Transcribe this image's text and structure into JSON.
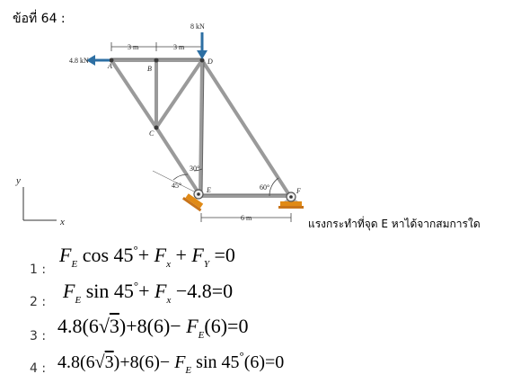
{
  "question_label": "ข้อที่ 64 :",
  "figure": {
    "load_top": "8 kN",
    "load_left": "4.8 kN",
    "dim_ab": "3 m",
    "dim_bd": "3 m",
    "dim_ef": "6 m",
    "angle_e": "30°",
    "angle_support": "45°",
    "angle_f": "60°",
    "node_a": "A",
    "node_b": "B",
    "node_c": "C",
    "node_d": "D",
    "node_e": "E",
    "node_f": "F",
    "axis_y": "y",
    "axis_x": "x"
  },
  "question_text": "แรงกระทำที่จุด E หาได้จากสมการใด",
  "options": [
    {
      "number": "1 :"
    },
    {
      "number": "2 :"
    },
    {
      "number": "3 :"
    },
    {
      "number": "4 :"
    }
  ],
  "equations": {
    "eq1": {
      "f": "F",
      "sub_e": "E",
      "cos": "cos 45",
      "deg": "°",
      "plus1": "+",
      "fx": "F",
      "sub_x": "x",
      "plus2": "+",
      "fy": "F",
      "sub_y": "Y",
      "rhs": "=0"
    },
    "eq2": {
      "f": "F",
      "sub_e": "E",
      "sin": "sin 45",
      "deg": "°",
      "plus1": "+",
      "fx": "F",
      "sub_x": "x",
      "rest": "−4.8=0"
    },
    "eq3": {
      "left": "4.8(6",
      "root": "√",
      "three": "3",
      "mid": ")+8(6)−",
      "f": "F",
      "sub_e": "E",
      "rhs": "(6)=0"
    },
    "eq4": {
      "left": "4.8(6",
      "root": "√",
      "three": "3",
      "mid": ")+8(6)−",
      "f": "F",
      "sub_e": "E",
      "sin": " sin 45",
      "deg": "°",
      "rhs": "(6)=0"
    }
  }
}
